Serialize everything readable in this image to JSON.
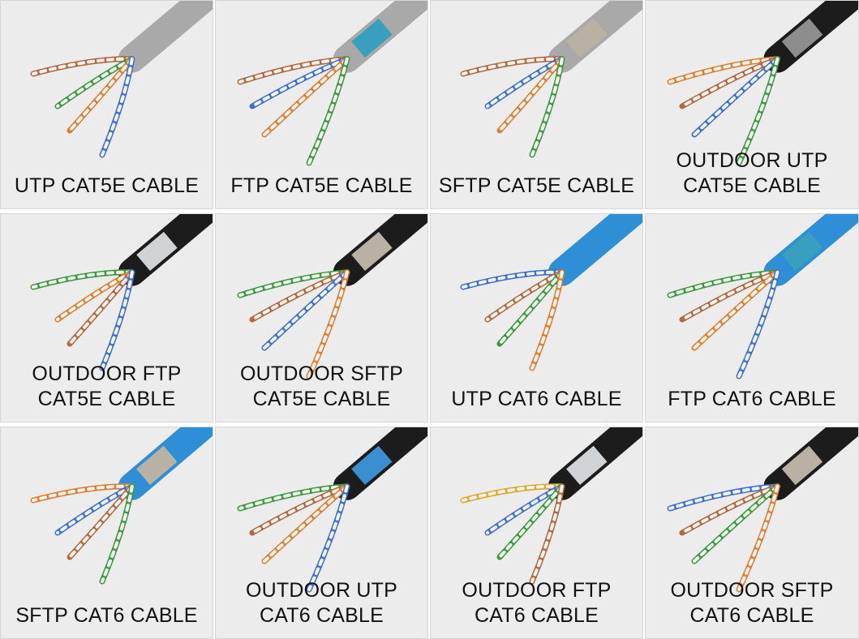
{
  "tiles": [
    {
      "lines": [
        "UTP CAT5E CABLE"
      ],
      "jacket": "#a9a9a9",
      "shield": "none",
      "pairs": [
        "#b4683c",
        "#3a9a3a",
        "#e07d2a",
        "#3b6fd0"
      ]
    },
    {
      "lines": [
        "FTP CAT5E CABLE"
      ],
      "jacket": "#a9a9a9",
      "shield": "foil-blue",
      "pairs": [
        "#b4683c",
        "#3b6fd0",
        "#e07d2a",
        "#3a9a3a"
      ]
    },
    {
      "lines": [
        "SFTP CAT5E CABLE"
      ],
      "jacket": "#a9a9a9",
      "shield": "braid",
      "pairs": [
        "#b4683c",
        "#3b6fd0",
        "#e07d2a",
        "#3a9a3a"
      ]
    },
    {
      "lines": [
        "OUTDOOR UTP",
        "CAT5E CABLE"
      ],
      "jacket": "#1c1c1c",
      "shield": "inner-grey",
      "pairs": [
        "#e07d2a",
        "#b4683c",
        "#3b6fd0",
        "#3a9a3a"
      ]
    },
    {
      "lines": [
        "OUTDOOR FTP",
        "CAT5E CABLE"
      ],
      "jacket": "#1c1c1c",
      "shield": "foil-silver",
      "pairs": [
        "#3a9a3a",
        "#e07d2a",
        "#b4683c",
        "#3b6fd0"
      ]
    },
    {
      "lines": [
        "OUTDOOR SFTP",
        "CAT5E CABLE"
      ],
      "jacket": "#1c1c1c",
      "shield": "braid",
      "pairs": [
        "#3a9a3a",
        "#b4683c",
        "#3b6fd0",
        "#e07d2a"
      ]
    },
    {
      "lines": [
        "UTP CAT6 CABLE"
      ],
      "jacket": "#2f8fd6",
      "shield": "none",
      "pairs": [
        "#3b6fd0",
        "#b4683c",
        "#3a9a3a",
        "#e07d2a"
      ]
    },
    {
      "lines": [
        "FTP CAT6 CABLE"
      ],
      "jacket": "#2f8fd6",
      "shield": "foil-blue",
      "pairs": [
        "#3a9a3a",
        "#b4683c",
        "#e07d2a",
        "#3b6fd0"
      ]
    },
    {
      "lines": [
        "SFTP CAT6 CABLE"
      ],
      "jacket": "#2f8fd6",
      "shield": "braid",
      "pairs": [
        "#e07d2a",
        "#3b6fd0",
        "#b4683c",
        "#3a9a3a"
      ]
    },
    {
      "lines": [
        "OUTDOOR UTP",
        "CAT6 CABLE"
      ],
      "jacket": "#1c1c1c",
      "shield": "inner-blue",
      "pairs": [
        "#3a9a3a",
        "#b4683c",
        "#e07d2a",
        "#3b6fd0"
      ]
    },
    {
      "lines": [
        "OUTDOOR FTP",
        "CAT6 CABLE"
      ],
      "jacket": "#1c1c1c",
      "shield": "foil-silver",
      "pairs": [
        "#e0a82a",
        "#3b6fd0",
        "#3a9a3a",
        "#b4683c"
      ]
    },
    {
      "lines": [
        "OUTDOOR SFTP",
        "CAT6 CABLE"
      ],
      "jacket": "#1c1c1c",
      "shield": "braid",
      "pairs": [
        "#3b6fd0",
        "#b4683c",
        "#3a9a3a",
        "#e07d2a"
      ]
    }
  ]
}
